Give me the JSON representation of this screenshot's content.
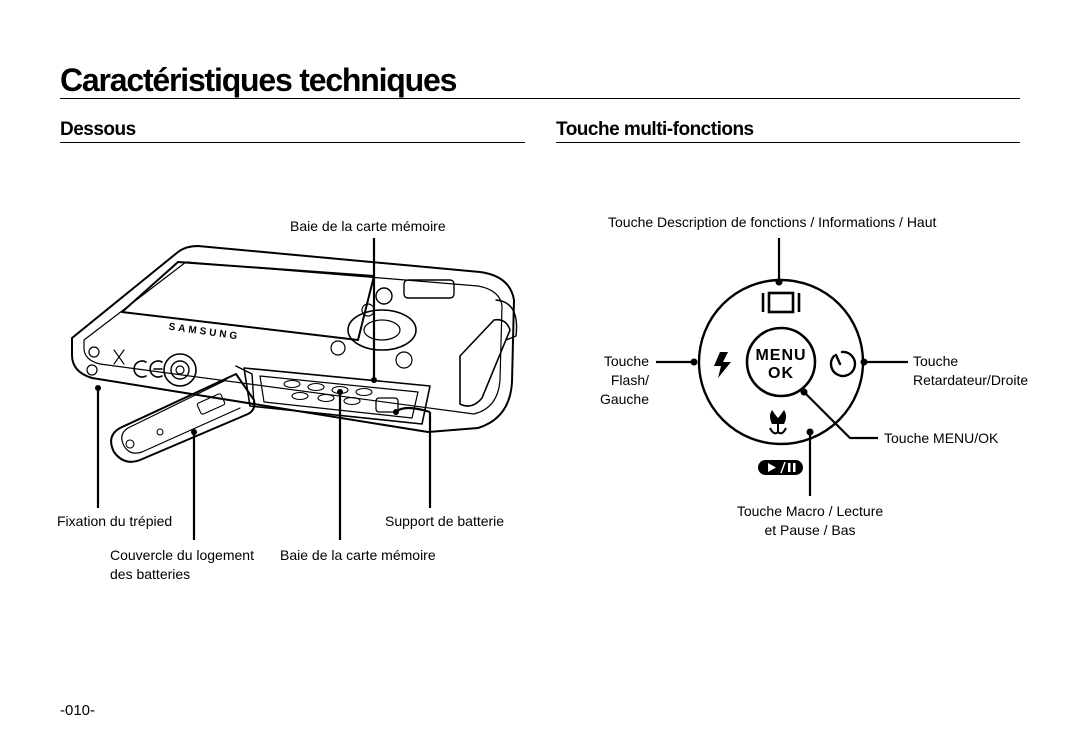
{
  "page": {
    "title": "Caractéristiques techniques",
    "page_number": "-010-"
  },
  "left_section": {
    "heading": "Dessous",
    "camera_brand": "SAMSUNG",
    "labels": {
      "memory_slot_top": "Baie de la carte mémoire",
      "tripod_mount": "Fixation du trépied",
      "battery_holder": "Support de batterie",
      "battery_cover_line1": "Couvercle du logement",
      "battery_cover_line2": "des batteries",
      "memory_slot_bottom": "Baie de la carte mémoire"
    }
  },
  "right_section": {
    "heading": "Touche multi-fonctions",
    "labels": {
      "top": "Touche Description de fonctions / Informations / Haut",
      "left_line1": "Touche",
      "left_line2": "Flash/",
      "left_line3": "Gauche",
      "right_line1": "Touche",
      "right_line2": "Retardateur/Droite",
      "menu_ok": "Touche MENU/OK",
      "bottom_line1": "Touche Macro / Lecture",
      "bottom_line2": "et Pause / Bas"
    },
    "center_button": {
      "line1": "MENU",
      "line2": "OK"
    }
  }
}
